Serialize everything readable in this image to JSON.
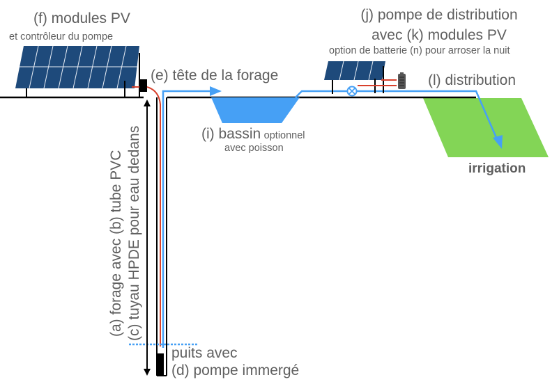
{
  "colors": {
    "panel": "#1e4a7b",
    "panel_grid": "#e8eef6",
    "water": "#46a0f5",
    "cable": "#d8402c",
    "field": "#83d556",
    "ground": "#000000",
    "text": "#5f5f5f"
  },
  "labels": {
    "f_title": "(f) modules PV",
    "f_sub": "et contrôleur du pompe",
    "e": "(e) tête de la forage",
    "i_main": "(i) bassin",
    "i_opt": "optionnel",
    "i_sub": "avec poisson",
    "j_line1": "(j) pompe de distribution",
    "j_line2": "avec (k) modules PV",
    "n": "option de batterie (n) pour arroser la nuit",
    "l": "(l) distribution",
    "irrigation": "irrigation",
    "a_line1": "(a) forage avec (b) tube PVC",
    "c_line2": "(c) tuyau HPDE pour eau dedans",
    "puits": "puits avec",
    "d": "(d) pompe immergé"
  },
  "icons": {
    "pv_array_main": "solar-panel-icon",
    "pv_array_small": "solar-panel-icon",
    "controller": "controller-box-icon",
    "battery": "battery-icon",
    "distribution_pump": "pump-valve-icon",
    "submersible_pump": "submersible-pump-icon"
  }
}
